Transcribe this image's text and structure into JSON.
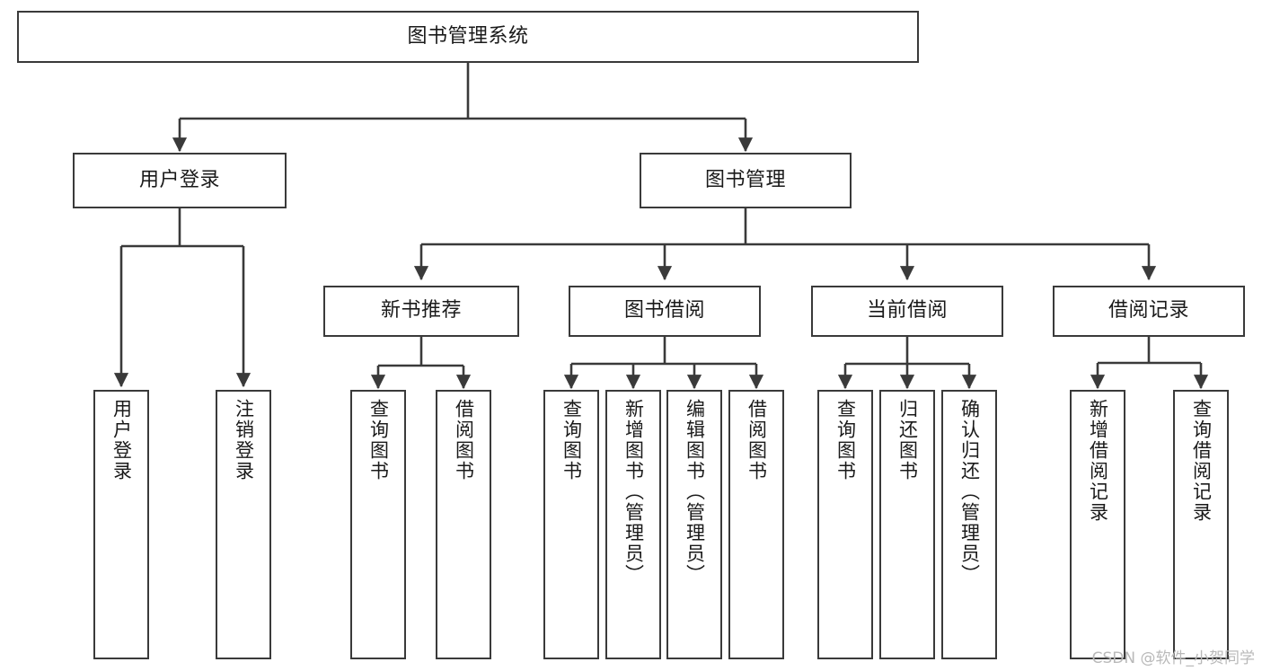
{
  "diagram": {
    "type": "tree-hierarchy",
    "title": "图书管理系统",
    "orientation": "top-down",
    "stroke_color": "#3a3a3a",
    "fill_color": "#ffffff",
    "text_color": "#1a1a1a",
    "nodes": {
      "root": {
        "label": "图书管理系统",
        "level": 0,
        "text_direction": "horizontal"
      },
      "l1_0": {
        "label": "用户登录",
        "level": 1,
        "text_direction": "horizontal"
      },
      "l1_1": {
        "label": "图书管理",
        "level": 1,
        "text_direction": "horizontal"
      },
      "l2_0": {
        "label": "新书推荐",
        "level": 2,
        "text_direction": "horizontal"
      },
      "l2_1": {
        "label": "图书借阅",
        "level": 2,
        "text_direction": "horizontal"
      },
      "l2_2": {
        "label": "当前借阅",
        "level": 2,
        "text_direction": "horizontal"
      },
      "l2_3": {
        "label": "借阅记录",
        "level": 2,
        "text_direction": "horizontal"
      },
      "leaf_0": {
        "label": "用户登录",
        "level": 3,
        "text_direction": "vertical"
      },
      "leaf_1": {
        "label": "注销登录",
        "level": 3,
        "text_direction": "vertical"
      },
      "leaf_2": {
        "label": "查询图书",
        "level": 3,
        "text_direction": "vertical"
      },
      "leaf_3": {
        "label": "借阅图书",
        "level": 3,
        "text_direction": "vertical"
      },
      "leaf_4": {
        "label": "查询图书",
        "level": 3,
        "text_direction": "vertical"
      },
      "leaf_5": {
        "label": "新增图书（管理员）",
        "level": 3,
        "text_direction": "vertical"
      },
      "leaf_6": {
        "label": "编辑图书（管理员）",
        "level": 3,
        "text_direction": "vertical"
      },
      "leaf_7": {
        "label": "借阅图书",
        "level": 3,
        "text_direction": "vertical"
      },
      "leaf_8": {
        "label": "查询图书",
        "level": 3,
        "text_direction": "vertical"
      },
      "leaf_9": {
        "label": "归还图书",
        "level": 3,
        "text_direction": "vertical"
      },
      "leaf_10": {
        "label": "确认归还（管理员）",
        "level": 3,
        "text_direction": "vertical"
      },
      "leaf_11": {
        "label": "新增借阅记录",
        "level": 3,
        "text_direction": "vertical"
      },
      "leaf_12": {
        "label": "查询借阅记录",
        "level": 3,
        "text_direction": "vertical"
      }
    },
    "edges": [
      {
        "from": "root",
        "to": "l1_0"
      },
      {
        "from": "root",
        "to": "l1_1"
      },
      {
        "from": "l1_0",
        "to": "leaf_0"
      },
      {
        "from": "l1_0",
        "to": "leaf_1"
      },
      {
        "from": "l1_1",
        "to": "l2_0"
      },
      {
        "from": "l1_1",
        "to": "l2_1"
      },
      {
        "from": "l1_1",
        "to": "l2_2"
      },
      {
        "from": "l1_1",
        "to": "l2_3"
      },
      {
        "from": "l2_0",
        "to": "leaf_2"
      },
      {
        "from": "l2_0",
        "to": "leaf_3"
      },
      {
        "from": "l2_1",
        "to": "leaf_4"
      },
      {
        "from": "l2_1",
        "to": "leaf_5"
      },
      {
        "from": "l2_1",
        "to": "leaf_6"
      },
      {
        "from": "l2_1",
        "to": "leaf_7"
      },
      {
        "from": "l2_2",
        "to": "leaf_8"
      },
      {
        "from": "l2_2",
        "to": "leaf_9"
      },
      {
        "from": "l2_2",
        "to": "leaf_10"
      },
      {
        "from": "l2_3",
        "to": "leaf_11"
      },
      {
        "from": "l2_3",
        "to": "leaf_12"
      }
    ]
  },
  "watermark": {
    "text": "CSDN @软件_小贺同学"
  }
}
